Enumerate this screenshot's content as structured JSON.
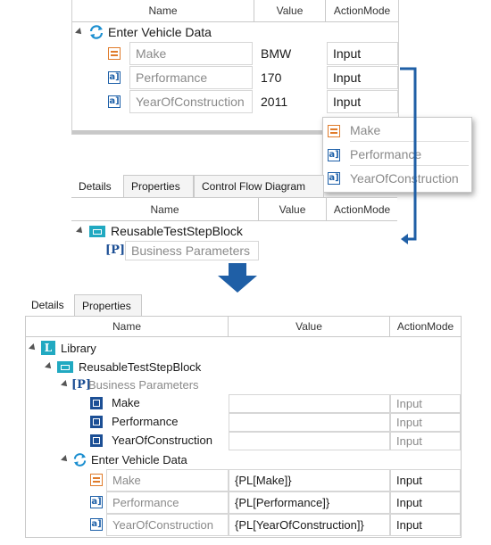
{
  "columns": {
    "name": "Name",
    "value": "Value",
    "action": "ActionMode"
  },
  "top_panel": {
    "root_label": "Enter Vehicle Data",
    "rows": [
      {
        "name": "Make",
        "value": "BMW",
        "action": "Input",
        "icon": "list-icon"
      },
      {
        "name": "Performance",
        "value": "170",
        "action": "Input",
        "icon": "text-field-icon"
      },
      {
        "name": "YearOfConstruction",
        "value": "2011",
        "action": "Input",
        "icon": "text-field-icon"
      }
    ]
  },
  "drag_popup": {
    "items": [
      {
        "name": "Make",
        "icon": "list-icon"
      },
      {
        "name": "Performance",
        "icon": "text-field-icon"
      },
      {
        "name": "YearOfConstruction",
        "icon": "text-field-icon"
      }
    ]
  },
  "middle_panel": {
    "tabs": [
      "Details",
      "Properties",
      "Control Flow Diagram"
    ],
    "root_label": "ReusableTestStepBlock",
    "child_label": "Business Parameters"
  },
  "bottom_panel": {
    "tabs": [
      "Details",
      "Properties"
    ],
    "library_label": "Library",
    "block_label": "ReusableTestStepBlock",
    "params_label": "Business Parameters",
    "params": [
      {
        "name": "Make",
        "action": "Input"
      },
      {
        "name": "Performance",
        "action": "Input"
      },
      {
        "name": "YearOfConstruction",
        "action": "Input"
      }
    ],
    "step_label": "Enter Vehicle Data",
    "step_rows": [
      {
        "name": "Make",
        "value": "{PL[Make]}",
        "action": "Input",
        "icon": "list-icon"
      },
      {
        "name": "Performance",
        "value": "{PL[Performance]}",
        "action": "Input",
        "icon": "text-field-icon"
      },
      {
        "name": "YearOfConstruction",
        "value": "{PL[YearOfConstruction]}",
        "action": "Input",
        "icon": "text-field-icon"
      }
    ]
  },
  "colors": {
    "accent_blue": "#1c5fa8",
    "arrow_blue": "#1f5fa6",
    "teal": "#21a9c1",
    "orange": "#e07b2a"
  }
}
